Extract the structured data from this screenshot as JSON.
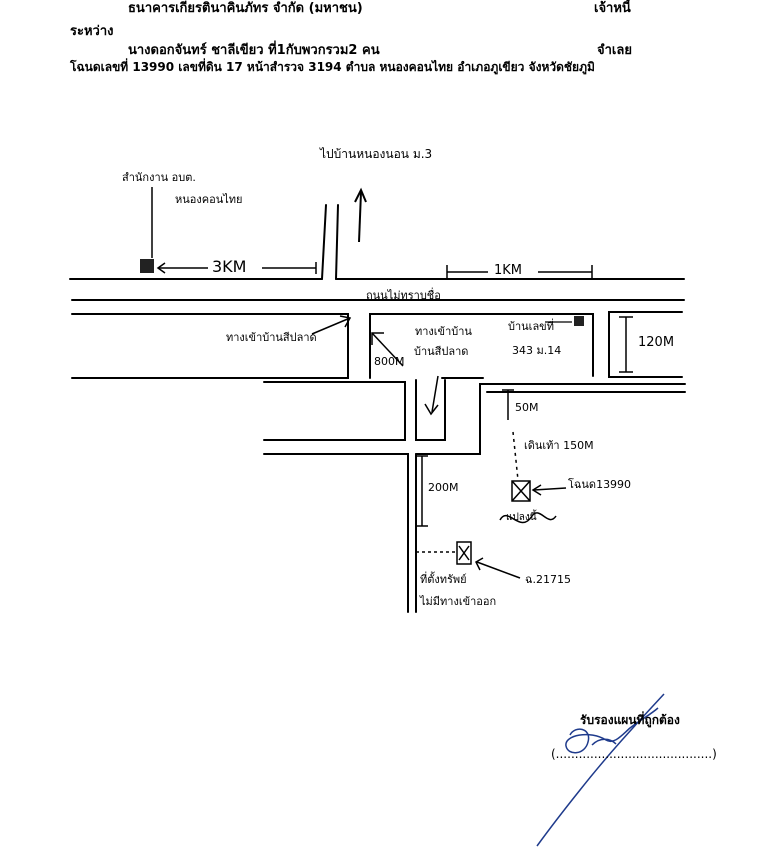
{
  "header": {
    "line1_left": "ธนาคารเกียรตินาคินภัทร จำกัด (มหาชน)",
    "line1_right": "เจ้าหนี้",
    "line2": "ระหว่าง",
    "line3_left": "นางดอกจันทร์ ชาลีเขียว ที่1กับพวกรวม2 คน",
    "line3_right": "จำเลย",
    "line4": "โฉนดเลขที่ 13990 เลขที่ดิน 17 หน้าสำรวจ 3194 ตำบล หนองคอนไทย  อำเภอภูเขียว จังหวัดชัยภูมิ"
  },
  "map": {
    "to_village": "ไปบ้านหนองนอน ม.3",
    "office_line1": "สำนักงาน อบต.",
    "office_line2": "หนองคอนไทย",
    "dist_3km": "3KM",
    "dist_1km": "1KM",
    "road_name": "ถนนไม่ทราบชื่อ",
    "left_direction": "ทางเข้าบ้านสีปลาด",
    "entrance_line1": "ทางเข้าบ้าน",
    "entrance_line2": "บ้านสีปลาด",
    "dist_800m": "800M",
    "house_line1": "บ้านเลขที่",
    "house_line2": "343 ม.14",
    "dist_120m": "120M",
    "dist_50m": "50M",
    "walk_150m": "เดินเท้า 150M",
    "deed_label": "โฉนด13990",
    "deed_area": "แปลงนี้",
    "dist_200m": "200M",
    "ref_plot": "ฉ.21715",
    "land_line1": "ที่ตั้งทรัพย์",
    "land_line2": "ไม่มีทางเข้าออก"
  },
  "signature": {
    "certify_text": "รับรองแผนที่ถูกต้อง",
    "blank_line": "(.........................................)"
  }
}
